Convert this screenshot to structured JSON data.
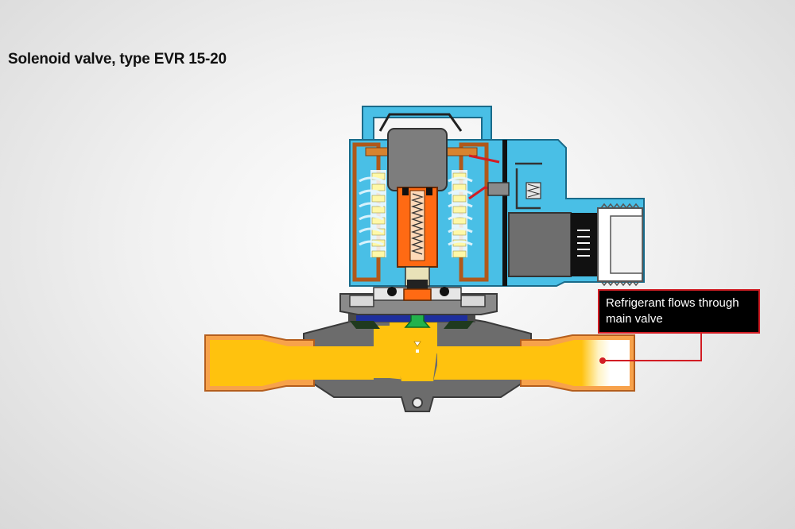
{
  "title": "Solenoid valve, type EVR 15-20",
  "callout": {
    "line1": "Refrigerant flows through",
    "line2": "main valve"
  },
  "colors": {
    "coil_housing": "#49bfe6",
    "refrigerant": "#ffc20e",
    "copper": "#f7a24b",
    "armature": "#ff6a13",
    "body_gray": "#707070",
    "diaphragm": "#1e2f9e",
    "pilot": "#22b24c",
    "callout_border": "#d21d24"
  }
}
